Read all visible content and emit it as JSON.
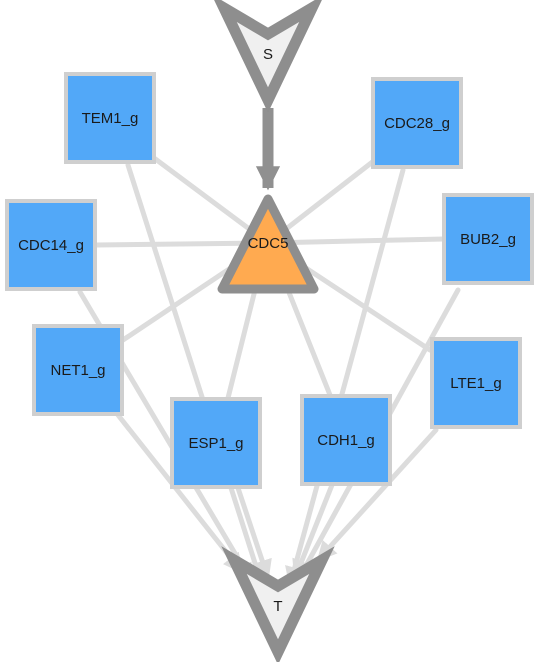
{
  "colors": {
    "gene_node_fill": "#52a8f8",
    "gene_node_border": "#cfcfcf",
    "hub_node_fill": "#ffaa50",
    "terminal_node_fill": "#f0f0f0",
    "node_outline": "#8e8e8e",
    "edge_color": "#dcdcdc",
    "source_edge_color": "#909090"
  },
  "source_node": {
    "id": "S",
    "label": "S",
    "shape": "down-triangle"
  },
  "hub_node": {
    "id": "CDC5",
    "label": "CDC5",
    "shape": "up-triangle"
  },
  "target_node": {
    "id": "T",
    "label": "T",
    "shape": "down-triangle"
  },
  "gene_nodes": [
    {
      "id": "TEM1_g",
      "label": "TEM1_g"
    },
    {
      "id": "CDC28_g",
      "label": "CDC28_g"
    },
    {
      "id": "CDC14_g",
      "label": "CDC14_g"
    },
    {
      "id": "BUB2_g",
      "label": "BUB2_g"
    },
    {
      "id": "NET1_g",
      "label": "NET1_g"
    },
    {
      "id": "LTE1_g",
      "label": "LTE1_g"
    },
    {
      "id": "ESP1_g",
      "label": "ESP1_g"
    },
    {
      "id": "CDH1_g",
      "label": "CDH1_g"
    }
  ],
  "edges": [
    {
      "from": "S",
      "to": "CDC5",
      "directed": true,
      "emphasis": "strong"
    },
    {
      "from": "CDC5",
      "to": "TEM1_g",
      "directed": false
    },
    {
      "from": "CDC5",
      "to": "CDC28_g",
      "directed": false
    },
    {
      "from": "CDC5",
      "to": "CDC14_g",
      "directed": false
    },
    {
      "from": "CDC5",
      "to": "BUB2_g",
      "directed": false
    },
    {
      "from": "CDC5",
      "to": "NET1_g",
      "directed": false
    },
    {
      "from": "CDC5",
      "to": "LTE1_g",
      "directed": false
    },
    {
      "from": "CDC5",
      "to": "ESP1_g",
      "directed": false
    },
    {
      "from": "CDC5",
      "to": "CDH1_g",
      "directed": false
    },
    {
      "from": "TEM1_g",
      "to": "T",
      "directed": true
    },
    {
      "from": "CDC28_g",
      "to": "T",
      "directed": true
    },
    {
      "from": "CDC14_g",
      "to": "T",
      "directed": true
    },
    {
      "from": "BUB2_g",
      "to": "T",
      "directed": true
    },
    {
      "from": "NET1_g",
      "to": "T",
      "directed": true
    },
    {
      "from": "LTE1_g",
      "to": "T",
      "directed": true
    },
    {
      "from": "ESP1_g",
      "to": "T",
      "directed": true
    },
    {
      "from": "CDH1_g",
      "to": "T",
      "directed": true
    }
  ]
}
